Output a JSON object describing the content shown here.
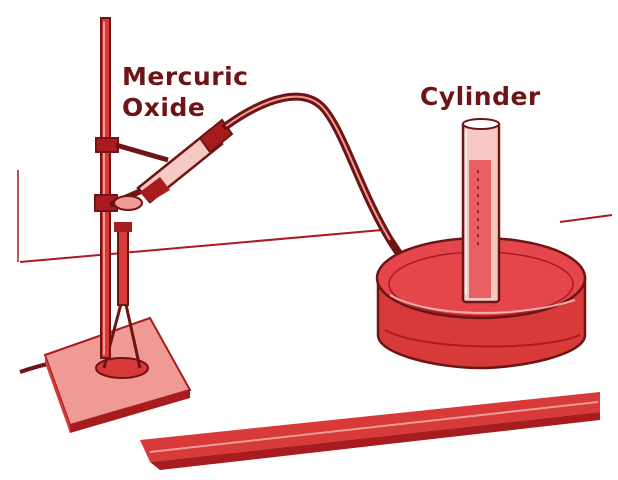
{
  "labels": {
    "mercuric": "Mercuric",
    "oxide": "Oxide",
    "cylinder": "Cylinder"
  },
  "colors": {
    "ink": "#6e1414",
    "red_dark": "#a81c20",
    "red_mid": "#d83a3a",
    "red_light": "#ef9a94",
    "red_pale": "#f6c9c4",
    "water": "#e5464b"
  }
}
